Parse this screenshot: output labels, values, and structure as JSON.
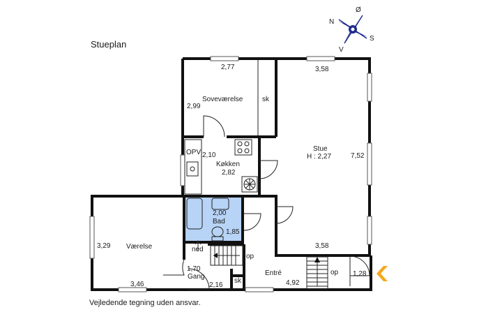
{
  "title": "Stueplan",
  "disclaimer": "Vejledende tegning uden ansvar.",
  "compass": {
    "n": "N",
    "s": "S",
    "o": "Ø",
    "v": "V"
  },
  "rooms": {
    "sovevaerelse": {
      "name": "Soveværelse",
      "dim_w": "2,77",
      "dim_h": "2,99",
      "closet": "sk"
    },
    "stue": {
      "name": "Stue",
      "height": "H : 2,27",
      "dim_top": "3,58",
      "dim_side": "7,52",
      "dim_bottom": "3,58"
    },
    "koekken": {
      "name": "Køkken",
      "dim_a": "2,10",
      "dim_b": "2,82",
      "opv": "OPV"
    },
    "bad": {
      "dim_w": "2,00",
      "name": "Bad",
      "dim_h": "1,85"
    },
    "vaerelse": {
      "name": "Værelse",
      "dim_h": "3,29",
      "dim_w": "3,46"
    },
    "gang": {
      "dim": "1,70",
      "name": "Gang",
      "dim_b": "2,16",
      "closet": "sk",
      "stairs_down": "ned"
    },
    "entre": {
      "name": "Entré",
      "dim": "4,92",
      "stairs_up": "op",
      "stairs_up2": "op",
      "porch": "1,28"
    }
  },
  "colors": {
    "bathroom": "#b7d3f5",
    "arrow": "#f4a81d",
    "compass": "#1d2a8c"
  }
}
